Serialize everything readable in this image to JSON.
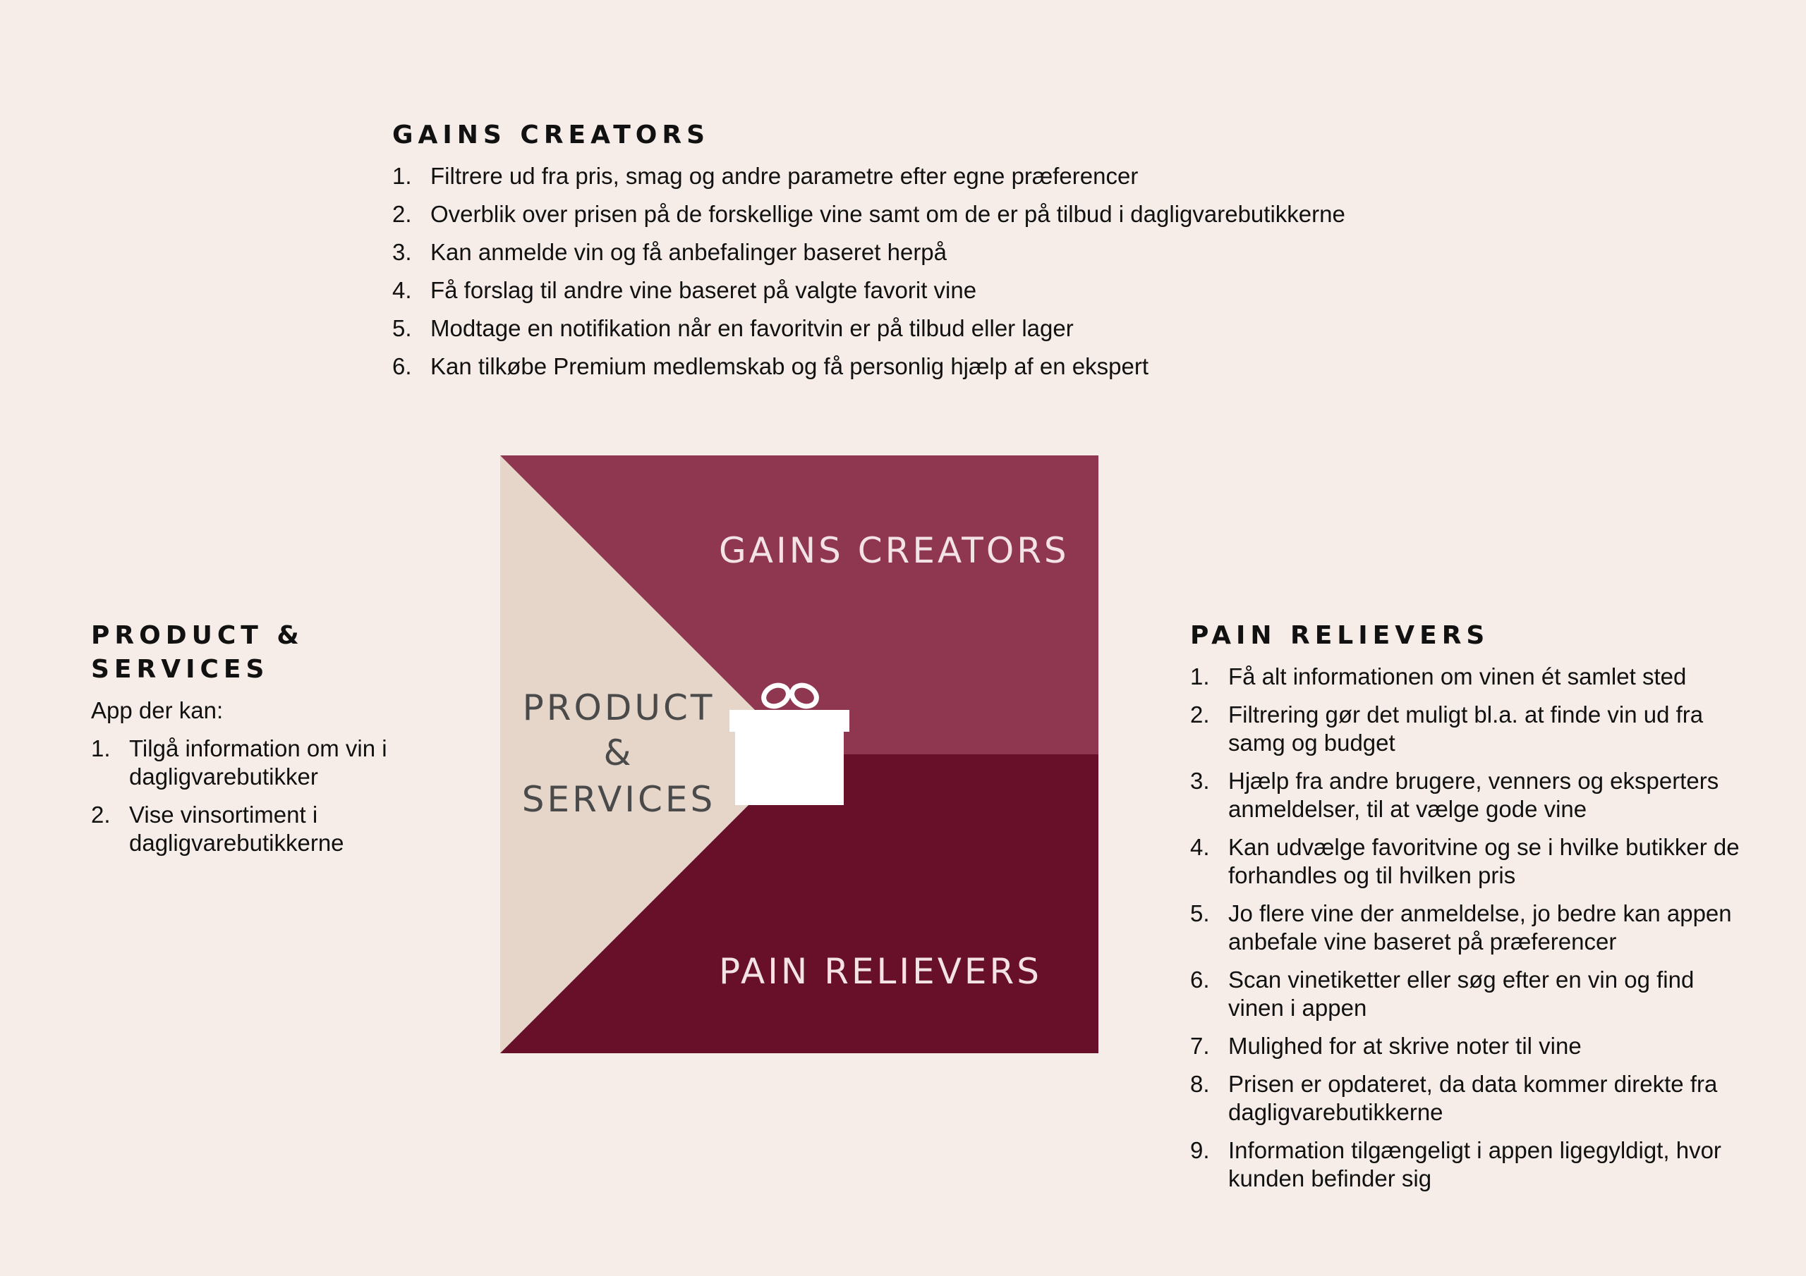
{
  "colors": {
    "background": "#f6ede8",
    "gains_area": "#8f3751",
    "pain_area": "#68102a",
    "product_area": "#e6d6ca",
    "product_text": "#4a4a4a",
    "gift_icon": "#ffffff"
  },
  "gains_creators": {
    "heading": "GAINS CREATORS",
    "items": [
      {
        "num": "1.",
        "text": "Filtrere ud fra pris, smag og andre parametre efter egne præferencer"
      },
      {
        "num": "2.",
        "text": "Overblik over prisen på de forskellige vine samt om de er på tilbud i dagligvarebutikkerne"
      },
      {
        "num": "3.",
        "text": "Kan anmelde vin og få anbefalinger baseret herpå"
      },
      {
        "num": "4.",
        "text": "Få forslag til andre vine baseret på valgte favorit vine"
      },
      {
        "num": "5.",
        "text": "Modtage en notifikation når en favoritvin er på tilbud eller lager"
      },
      {
        "num": "6.",
        "text": "Kan tilkøbe Premium medlemskab og få personlig hjælp af en ekspert"
      }
    ]
  },
  "product_services": {
    "heading_line1": "PRODUCT &",
    "heading_line2": "SERVICES",
    "intro": "App der kan:",
    "items": [
      {
        "num": "1.",
        "text": "Tilgå information om vin i dagligvarebutikker"
      },
      {
        "num": "2.",
        "text": "Vise vinsortiment i dagligvarebutikkerne"
      }
    ]
  },
  "pain_relievers": {
    "heading": "PAIN RELIEVERS",
    "items": [
      {
        "num": "1.",
        "text": "Få alt informationen om vinen ét samlet sted"
      },
      {
        "num": "2.",
        "text": "Filtrering gør det muligt bl.a. at finde vin ud fra samg og budget"
      },
      {
        "num": "3.",
        "text": "Hjælp fra andre brugere, venners og eksperters anmeldelser, til at vælge gode vine"
      },
      {
        "num": "4.",
        "text": "Kan udvælge favoritvine og se i hvilke butikker de forhandles og til hvilken pris"
      },
      {
        "num": "5.",
        "text": "Jo flere vine der anmeldelse, jo bedre kan appen anbefale vine baseret på præferencer"
      },
      {
        "num": "6.",
        "text": "Scan vinetiketter eller søg efter en vin og find vinen i appen"
      },
      {
        "num": "7.",
        "text": "Mulighed for at skrive noter til vine"
      },
      {
        "num": "8.",
        "text": "Prisen er opdateret, da data kommer direkte fra dagligvarebutikkerne"
      },
      {
        "num": "9.",
        "text": "Information tilgængeligt i appen ligegyldigt, hvor kunden befinder sig"
      }
    ]
  },
  "canvas": {
    "gains_label": "GAINS CREATORS",
    "pain_label": "PAIN RELIEVERS",
    "product_label_line1": "PRODUCT",
    "product_label_line2": "&",
    "product_label_line3": "SERVICES",
    "gift_icon": "gift-icon"
  }
}
